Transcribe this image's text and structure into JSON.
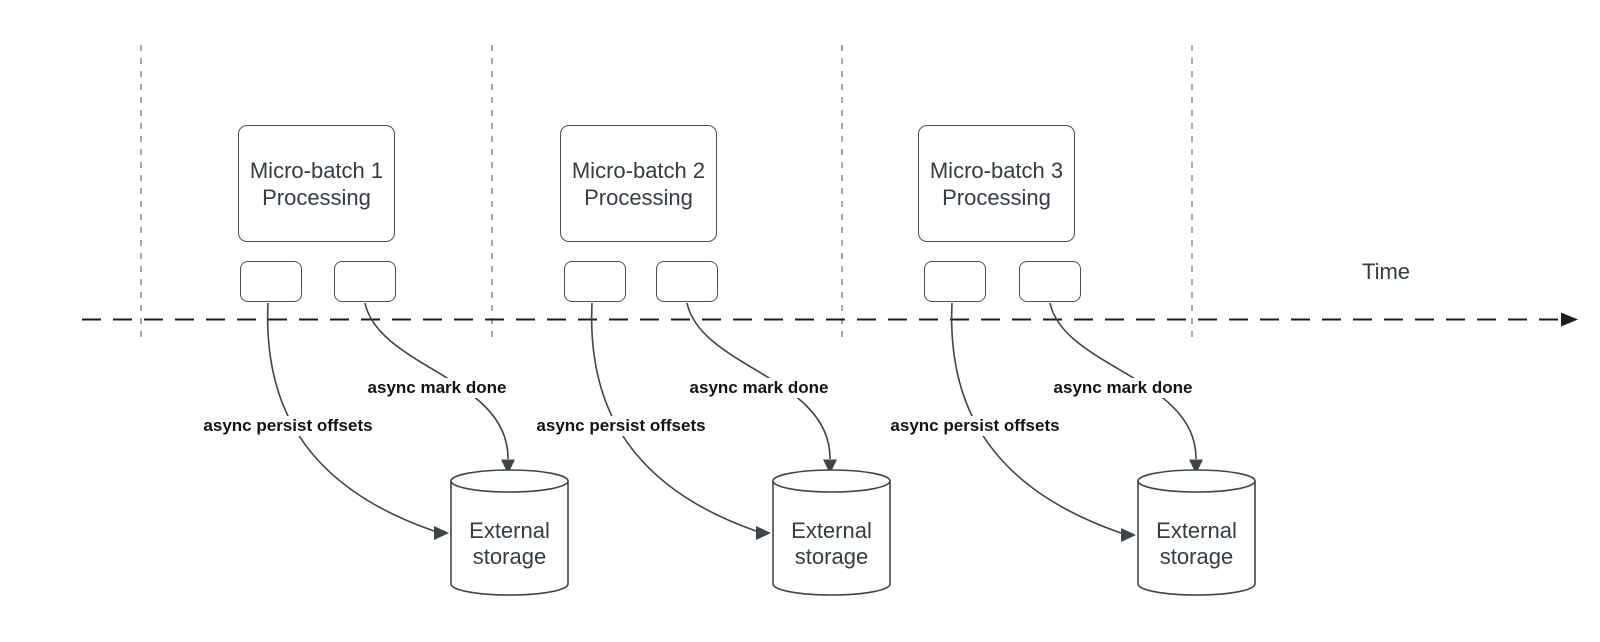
{
  "time_axis": {
    "label": "Time"
  },
  "groups": [
    {
      "batch_line1": "Micro-batch 1",
      "batch_line2": "Processing",
      "persist_label": "async persist offsets",
      "mark_done_label": "async mark done",
      "storage_line1": "External",
      "storage_line2": "storage"
    },
    {
      "batch_line1": "Micro-batch 2",
      "batch_line2": "Processing",
      "persist_label": "async persist offsets",
      "mark_done_label": "async mark done",
      "storage_line1": "External",
      "storage_line2": "storage"
    },
    {
      "batch_line1": "Micro-batch 3",
      "batch_line2": "Processing",
      "persist_label": "async persist offsets",
      "mark_done_label": "async mark done",
      "storage_line1": "External",
      "storage_line2": "storage"
    }
  ],
  "colors": {
    "connector": "#3f444c",
    "axis": "#1b1e24",
    "guide": "#a8a8a8",
    "node_border": "#4a4e55",
    "node_text": "#363c45",
    "label_text": "#111317"
  }
}
